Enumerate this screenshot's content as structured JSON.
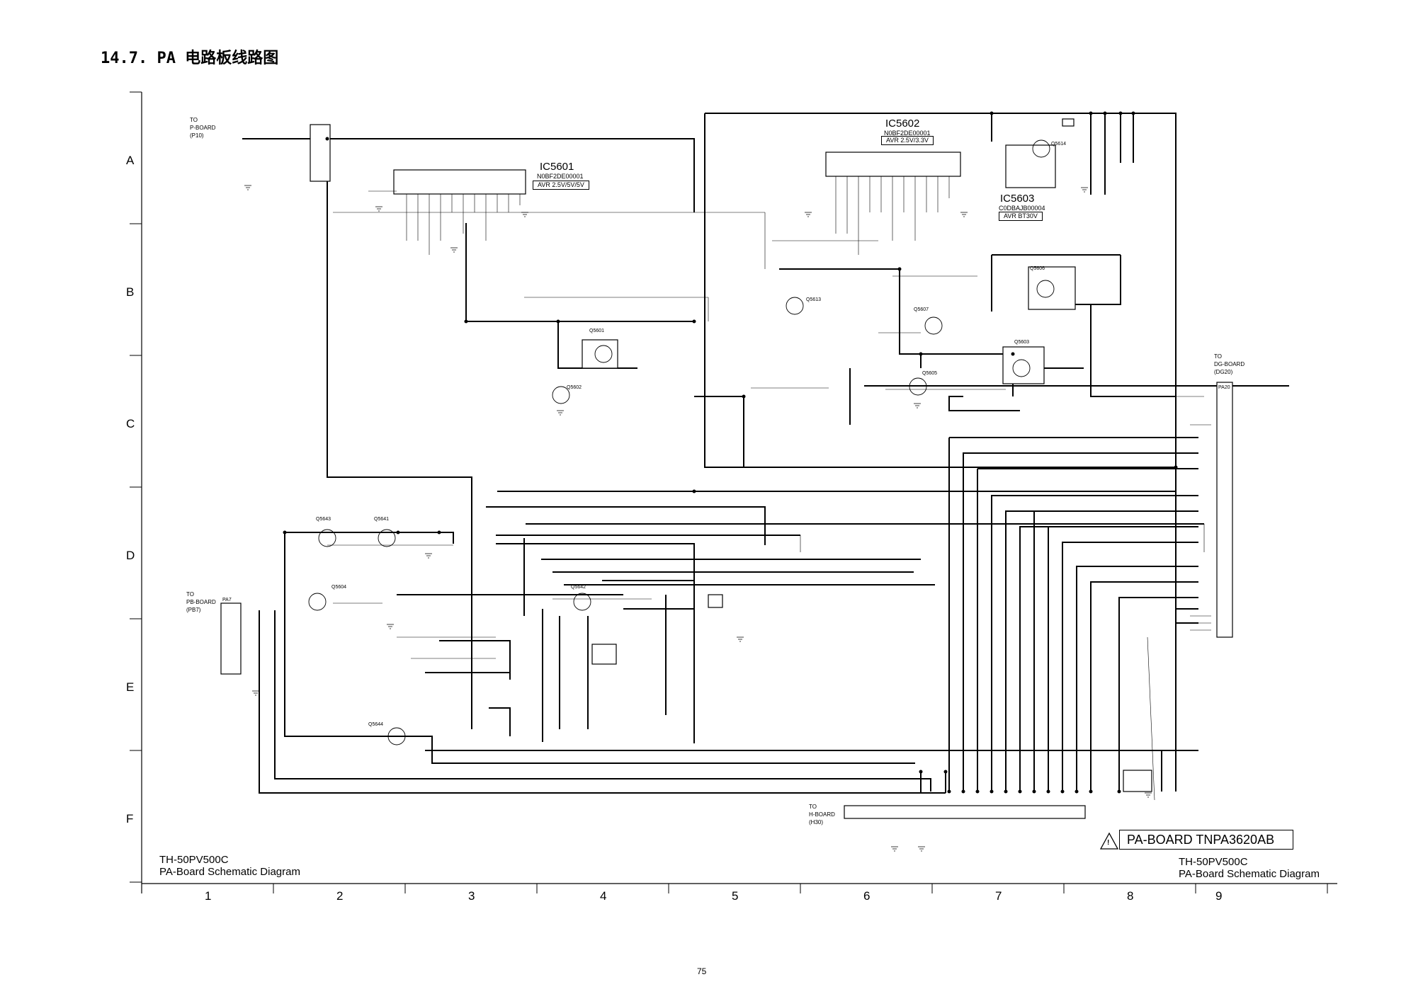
{
  "header": {
    "title": "14.7. PA 电路板线路图"
  },
  "grid": {
    "rows": [
      "A",
      "B",
      "C",
      "D",
      "E",
      "F"
    ],
    "columns": [
      "1",
      "2",
      "3",
      "4",
      "5",
      "6",
      "7",
      "8",
      "9"
    ]
  },
  "footer": {
    "left_model": "TH-50PV500C",
    "left_caption": "PA-Board Schematic Diagram",
    "right_model": "TH-50PV500C",
    "right_caption": "PA-Board Schematic Diagram",
    "page_number": "75"
  },
  "board_title": {
    "label": "PA-BOARD TNPA3620AB",
    "warning_symbol": "!"
  },
  "ics": [
    {
      "name": "IC5601",
      "part": "N0BF2DE00001",
      "function": "AVR 2.5V/5V/5V"
    },
    {
      "name": "IC5602",
      "part": "N0BF2DE00001",
      "function": "AVR 2.5V/3.3V"
    },
    {
      "name": "IC5603",
      "part": "C0DBAJB00004",
      "function": "AVR BT30V"
    }
  ],
  "connectors": [
    {
      "to": "TO",
      "board": "P-BOARD",
      "ref": "(P10)"
    },
    {
      "to": "TO",
      "board": "PB-BOARD",
      "ref": "(PB7)",
      "tag": "PA7"
    },
    {
      "to": "TO",
      "board": "DG-BOARD",
      "ref": "(DG20)",
      "tag": "PA20"
    },
    {
      "to": "TO",
      "board": "H-BOARD",
      "ref": "(H30)"
    }
  ],
  "transistors": [
    "Q5601",
    "Q5602",
    "Q5603",
    "Q5604",
    "Q5605",
    "Q5606",
    "Q5607",
    "Q5613",
    "Q5614",
    "Q5641",
    "Q5642",
    "Q5643",
    "Q5644"
  ]
}
